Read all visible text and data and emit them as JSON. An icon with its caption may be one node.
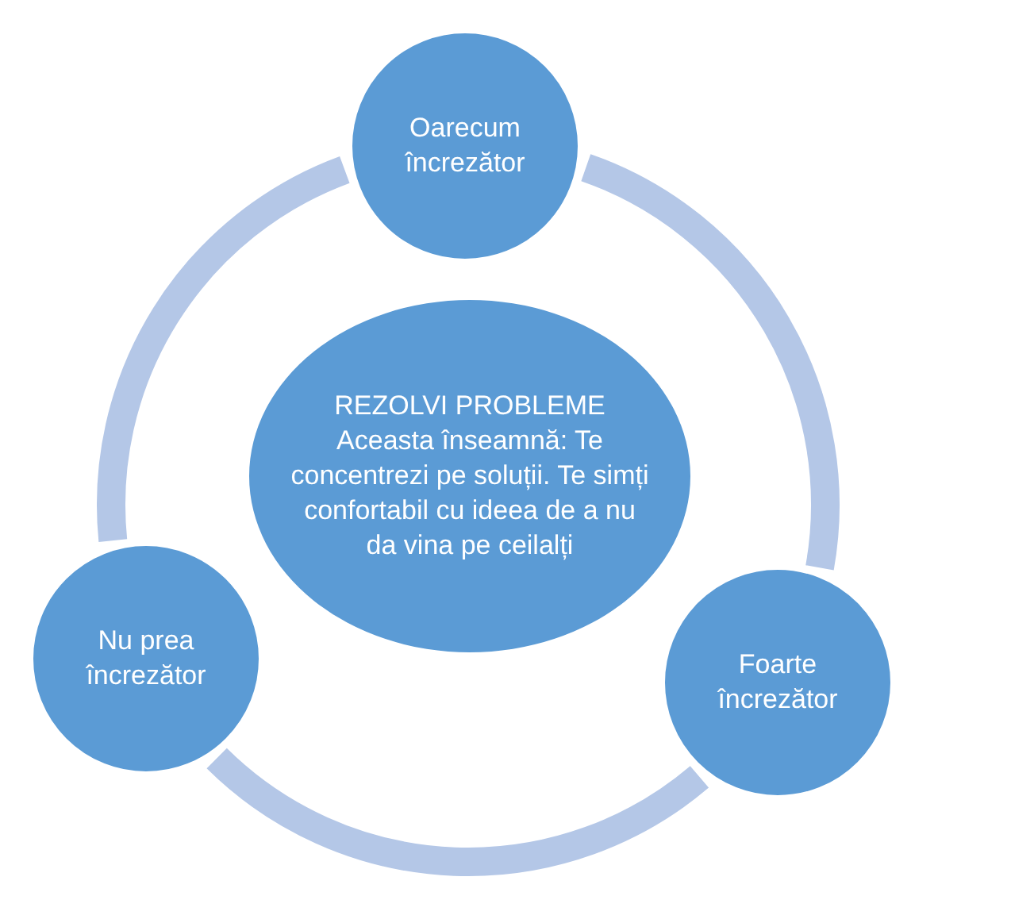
{
  "diagram": {
    "nodes": [
      {
        "text": [
          "Oarecum încrezător"
        ]
      },
      {
        "text": [
          "REZOLVI PROBLEME",
          "Aceasta înseamnă: Te concentrezi pe soluții. Te simți confortabil cu ideea de a nu da vina pe ceilalți"
        ]
      },
      {
        "text": [
          "Nu prea încrezător"
        ]
      },
      {
        "text": [
          "Foarte încrezător"
        ]
      }
    ],
    "edges": [
      {
        "from": 0,
        "to": 3,
        "arrow": "none"
      },
      {
        "from": 3,
        "to": 2,
        "arrow": "none"
      },
      {
        "from": 2,
        "to": 0,
        "arrow": "none"
      }
    ]
  }
}
